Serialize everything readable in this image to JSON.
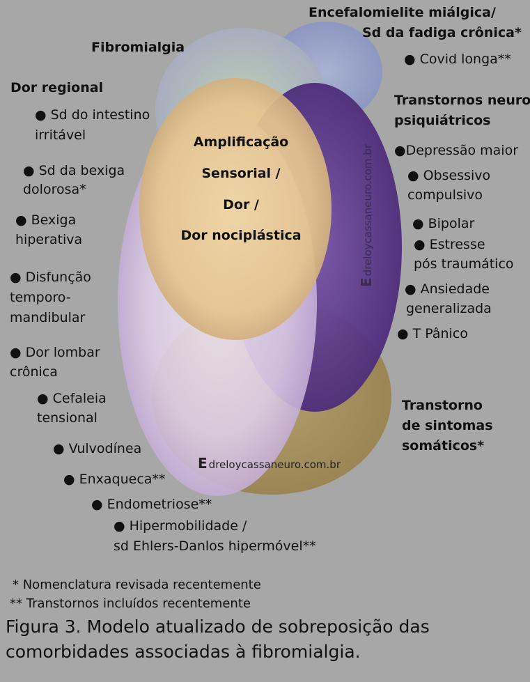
{
  "center": {
    "line1": "Amplificação",
    "line2": "Sensorial /",
    "line3": "Dor /",
    "line4": "Dor nociplástica"
  },
  "headers": {
    "fibromialgia": "Fibromialgia",
    "encefalo1": "Encefalomielite miálgica/",
    "encefalo2": "Sd da fadiga crônica*",
    "dor_regional": "Dor regional",
    "neuro1": "Transtornos neuro",
    "neuro2": "psiquiátricos",
    "somatic1": "Transtorno",
    "somatic2": "de sintomas",
    "somatic3": "somáticos*"
  },
  "items": {
    "covid": "● Covid longa**",
    "intestino1": "● Sd do intestino",
    "intestino2": "irritável",
    "bexiga_d1": "● Sd da bexiga",
    "bexiga_d2": "dolorosa*",
    "bexiga_h1": "● Bexiga",
    "bexiga_h2": "hiperativa",
    "dtm1": "● Disfunção",
    "dtm2": "temporo-",
    "dtm3": "mandibular",
    "lombar1": "● Dor lombar",
    "lombar2": "crônica",
    "cefaleia1": "● Cefaleia",
    "cefaleia2": "tensional",
    "vulvo": "● Vulvodínea",
    "enxaqueca": "● Enxaqueca**",
    "endometriose": "● Endometriose**",
    "hipermob1": "● Hipermobilidade /",
    "hipermob2": "sd Ehlers-Danlos hipermóvel**",
    "depressao": "●Depressão maior",
    "toc1": "● Obsessivo",
    "toc2": "compulsivo",
    "bipolar": "● Bipolar",
    "tept1": "● Estresse",
    "tept2": "pós traumático",
    "ansiedade1": "● Ansiedade",
    "ansiedade2": "generalizada",
    "panico": "● T Pânico"
  },
  "watermark": {
    "icon": "E",
    "text": "dreloycassaneuro.com.br"
  },
  "notes": {
    "note1": "* Nomenclatura revisada recentemente",
    "note2": "** Transtornos incluídos recentemente"
  },
  "caption": {
    "line1": "Figura 3. Modelo atualizado de sobreposição das",
    "line2": "comorbidades associadas à fibromialgia."
  },
  "colors": {
    "background": "#a7a7a7",
    "fibromialgia": "#b4c9ad",
    "fadiga": "#9aa6c9",
    "neuropsiquiatricos": "#5f3a8f",
    "somaticos": "#a48f5c",
    "dor_regional": "#ddc8e6",
    "amplificacao": "#e8c996"
  }
}
